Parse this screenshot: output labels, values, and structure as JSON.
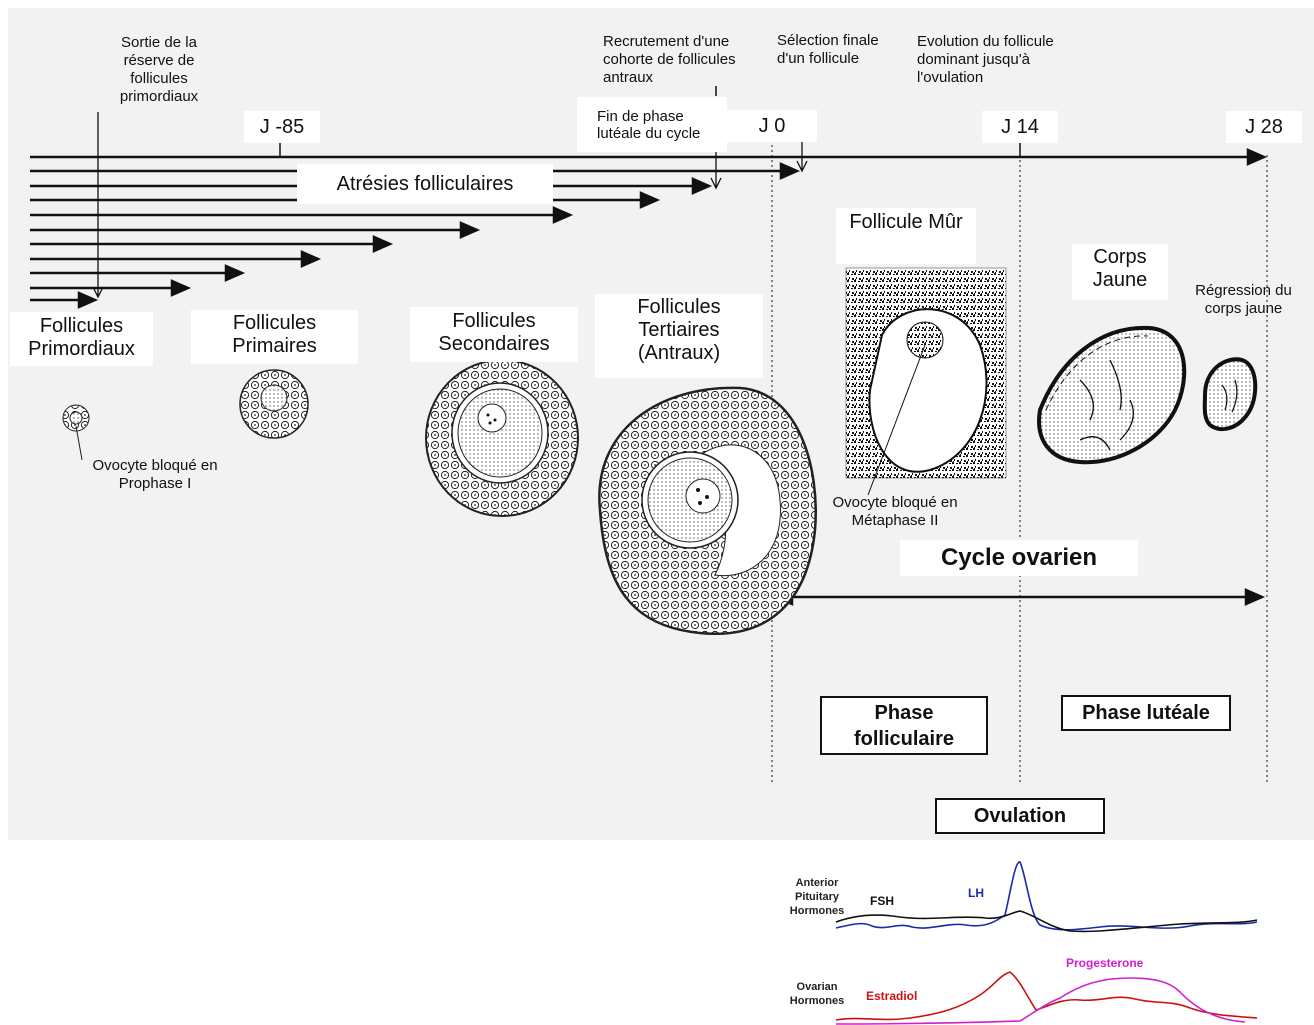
{
  "annotations": {
    "sortie": "Sortie de la réserve de follicules primordiaux",
    "recrutement": "Recrutement  d'une cohorte de follicules antraux",
    "selection": "Sélection finale d'un follicule",
    "evolution": "Evolution du follicule dominant jusqu'à l'ovulation",
    "fin_phase": "Fin de phase lutéale du cycle",
    "regression": "Régression du corps jaune",
    "ovocyte_prophase": "Ovocyte bloqué en Prophase I",
    "ovocyte_metaphase": "Ovocyte bloqué en Métaphase II"
  },
  "timeline": {
    "j85": "J -85",
    "j0": "J 0",
    "j14": "J 14",
    "j28": "J 28",
    "atresies": "Atrésies folliculaires"
  },
  "stages": {
    "primordiaux": "Follicules Primordiaux",
    "primaires": "Follicules Primaires",
    "secondaires": "Follicules Secondaires",
    "tertiaires": "Follicules Tertiaires (Antraux)",
    "mur": "Follicule Mûr",
    "corps_jaune": "Corps Jaune"
  },
  "phases": {
    "cycle": "Cycle ovarien",
    "folliculaire": "Phase folliculaire",
    "luteale": "Phase lutéale",
    "ovulation": "Ovulation"
  },
  "hormones": {
    "pituitary_label": "Anterior Pituitary Hormones",
    "fsh": "FSH",
    "lh": "LH",
    "ovarian_label": "Ovarian Hormones",
    "estradiol": "Estradiol",
    "progesterone": "Progesterone",
    "colors": {
      "lh": "#1a2aa8",
      "fsh": "#111111",
      "estradiol": "#cc1111",
      "progesterone": "#d21fd2"
    }
  }
}
